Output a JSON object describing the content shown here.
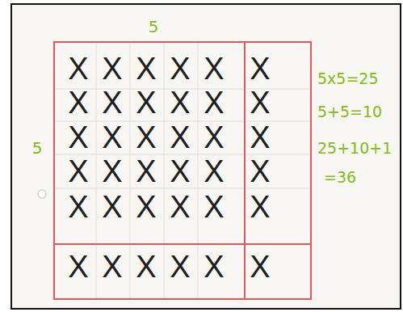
{
  "diagram": {
    "labels": [
      "5",
      "5",
      "X",
      "X",
      "X",
      "X",
      "X",
      "X",
      "X",
      "X",
      "X",
      "X",
      "X",
      "X",
      "X",
      "X",
      "X",
      "X",
      "X",
      "X",
      "X",
      "X",
      "X",
      "X",
      "X",
      "X",
      "X",
      "X",
      "X",
      "X",
      "X",
      "X",
      "X",
      "X",
      "X",
      "X",
      "X",
      "X",
      "5x5=25",
      "5+5=10",
      "25+10+1",
      "=36"
    ]
  }
}
